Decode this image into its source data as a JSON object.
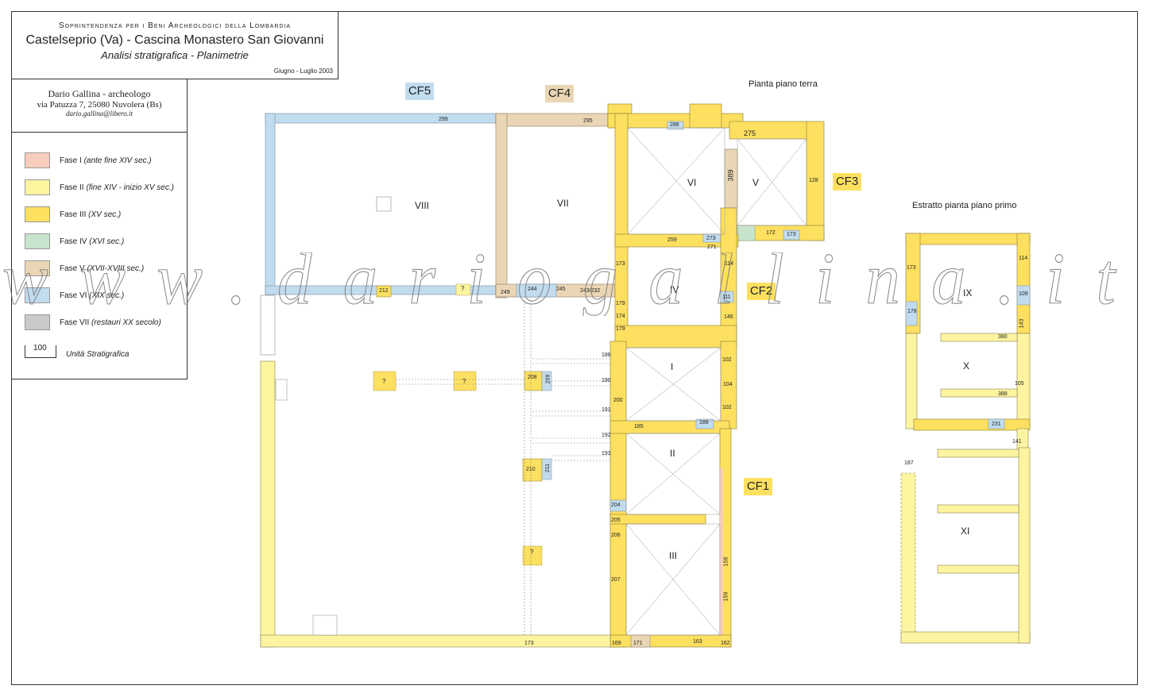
{
  "title": {
    "institution": "Soprintendenza per i Beni Archeologici della Lombardia",
    "site": "Castelseprio (Va) - Cascina Monastero San Giovanni",
    "subtitle": "Analisi stratigrafica - Planimetrie",
    "date": "Giugno - Luglio 2003"
  },
  "author": {
    "name": "Dario Gallina - archeologo",
    "address": "via Patuzza 7, 25080 Nuvolera (Bs)",
    "email": "dario.gallina@libero.it"
  },
  "legend": [
    {
      "label": "Fase I",
      "note": "(ante fine XIV sec.)",
      "color": "#f9cdbb"
    },
    {
      "label": "Fase II",
      "note": "(fine XIV - inizio XV sec.)",
      "color": "#fdf4a0"
    },
    {
      "label": "Fase III",
      "note": "(XV sec.)",
      "color": "#fde060"
    },
    {
      "label": "Fase IV",
      "note": "(XVI sec.)",
      "color": "#c9e4cc"
    },
    {
      "label": "Fase V",
      "note": "(XVII-XVIII sec.)",
      "color": "#ead6b4"
    },
    {
      "label": "Fase VI",
      "note": "(XIX sec.)",
      "color": "#c2dcef"
    },
    {
      "label": "Fase VII",
      "note": "(restauri XX secolo)",
      "color": "#c9c9c9"
    }
  ],
  "scale": {
    "value": "100",
    "label": "Unità Stratigrafica"
  },
  "plan": {
    "ground_title": "Pianta piano terra",
    "first_title": "Estratto pianta piano primo",
    "rooms": [
      "VIII",
      "VII",
      "VI",
      "V",
      "IV",
      "I",
      "II",
      "III",
      "IX",
      "X",
      "XI"
    ],
    "fronts": [
      "CF5",
      "CF4",
      "CF3",
      "CF2",
      "CF1"
    ],
    "units": [
      "299",
      "295",
      "286",
      "275",
      "389",
      "128",
      "259",
      "273",
      "172",
      "173",
      "271",
      "173",
      "114",
      "212",
      "249",
      "244",
      "245",
      "243/232",
      "179",
      "111",
      "174",
      "146",
      "179",
      "188",
      "190",
      "191",
      "192",
      "193",
      "208",
      "209",
      "210",
      "211",
      "200",
      "102",
      "104",
      "102",
      "185",
      "188",
      "204",
      "205",
      "206",
      "207",
      "158",
      "159",
      "169",
      "171",
      "163",
      "162",
      "173",
      "173",
      "114",
      "178",
      "109",
      "143",
      "380",
      "105",
      "388",
      "231",
      "141",
      "187"
    ],
    "unknown": "?"
  },
  "watermark": "www.dariogallina.it"
}
